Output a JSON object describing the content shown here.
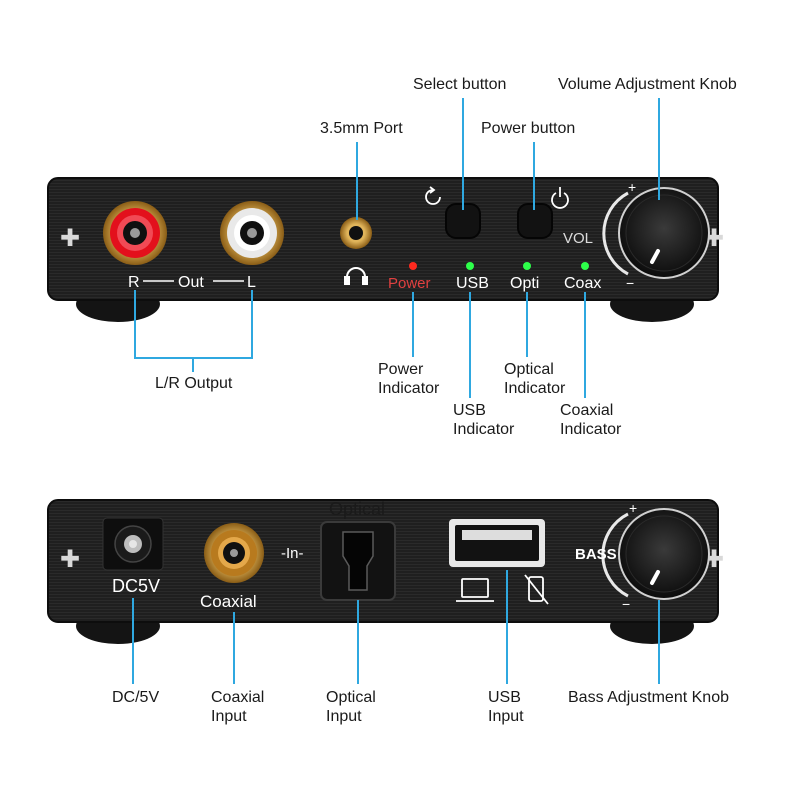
{
  "front_panel": {
    "callouts": {
      "select_button": "Select button",
      "volume_knob": "Volume Adjustment Knob",
      "port_35mm": "3.5mm Port",
      "power_button": "Power button",
      "lr_output": "L/R Output",
      "power_indicator": [
        "Power",
        "Indicator"
      ],
      "usb_indicator": [
        "USB",
        "Indicator"
      ],
      "optical_indicator": [
        "Optical",
        "Indicator"
      ],
      "coaxial_indicator": [
        "Coaxial",
        "Indicator"
      ]
    },
    "labels": {
      "r": "R",
      "out": "Out",
      "l": "L",
      "power": "Power",
      "usb": "USB",
      "opti": "Opti",
      "coax": "Coax",
      "vol": "VOL",
      "plus": "+",
      "minus": "−"
    },
    "led_colors": {
      "power": "#ff2a1f",
      "usb": "#2dff4a",
      "opti": "#2dff4a",
      "coax": "#2dff4a"
    }
  },
  "back_panel": {
    "callouts": {
      "dc5v": "DC/5V",
      "coaxial_input": [
        "Coaxial",
        "Input"
      ],
      "optical_input": [
        "Optical",
        "Input"
      ],
      "usb_input": [
        "USB",
        "Input"
      ],
      "bass_knob": "Bass Adjustment Knob"
    },
    "labels": {
      "dc5v": "DC5V",
      "coaxial": "Coaxial",
      "in": "-In-",
      "optical": "Optical",
      "bass": "BASS",
      "plus": "+",
      "minus": "−"
    }
  },
  "colors": {
    "lead": "#2fa8e0",
    "body": "#1c1c1c",
    "red_jack": "#e3101c",
    "gold": "#c8912d"
  }
}
